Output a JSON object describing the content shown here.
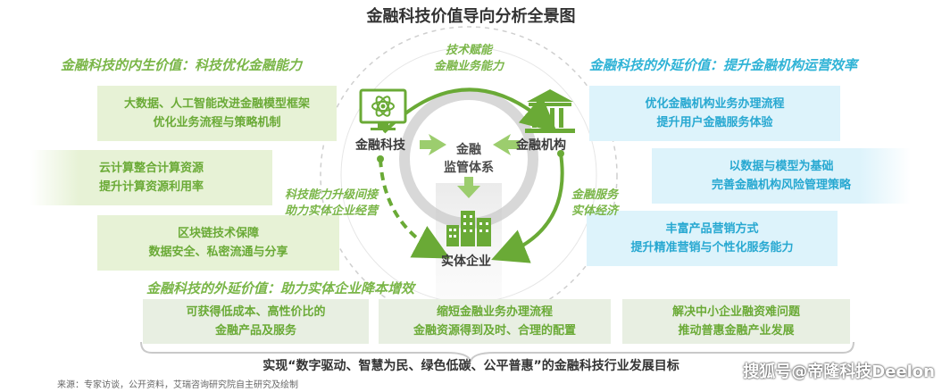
{
  "title": "金融科技价值导向分析全景图",
  "left_section": {
    "title": "金融科技的内生价值：科技优化金融能力",
    "boxes": [
      {
        "line1": "大数据、人工智能改进金融模型框架",
        "line2": "优化业务流程与策略机制"
      },
      {
        "line1": "云计算整合计算资源",
        "line2": "提升计算资源利用率"
      },
      {
        "line1": "区块链技术保障",
        "line2": "数据安全、私密流通与分享"
      }
    ]
  },
  "right_section": {
    "title": "金融科技的外延价值：提升金融机构运营效率",
    "boxes": [
      {
        "line1": "优化金融机构业务办理流程",
        "line2": "提升用户金融服务体验"
      },
      {
        "line1": "以数据与模型为基础",
        "line2": "完善金融机构风险管理策略"
      },
      {
        "line1": "丰富产品营销方式",
        "line2": "提升精准营销与个性化服务能力"
      }
    ]
  },
  "bottom_section": {
    "title": "金融科技的外延价值：助力实体企业降本增效",
    "boxes": [
      {
        "line1": "可获得低成本、高性价比的",
        "line2": "金融产品及服务"
      },
      {
        "line1": "缩短金融业务办理流程",
        "line2": "金融资源得到及时、合理的配置"
      },
      {
        "line1": "解决中小企业融资难问题",
        "line2": "推动普惠金融产业发展"
      }
    ]
  },
  "center": {
    "node_fintech": "金融科技",
    "node_institution": "金融机构",
    "node_enterprise": "实体企业",
    "regulator_line1": "金融",
    "regulator_line2": "监管体系",
    "arrow_top_line1": "技术赋能",
    "arrow_top_line2": "金融业务能力",
    "arrow_left_line1": "科技能力升级间接",
    "arrow_left_line2": "助力实体企业经营",
    "arrow_right_line1": "金融服务",
    "arrow_right_line2": "实体经济"
  },
  "bottom_statement": "实现“数字驱动、智慧为民、绿色低碳、公平普惠”的金融科技行业发展目标",
  "source": "来源：专家访谈，公开资料，艾瑞咨询研究院自主研究及绘制",
  "watermark": "搜狐号@帝隆科技Deelon",
  "colors": {
    "green": "#7ab648",
    "blue": "#2fb3d6",
    "dark": "#333333"
  }
}
